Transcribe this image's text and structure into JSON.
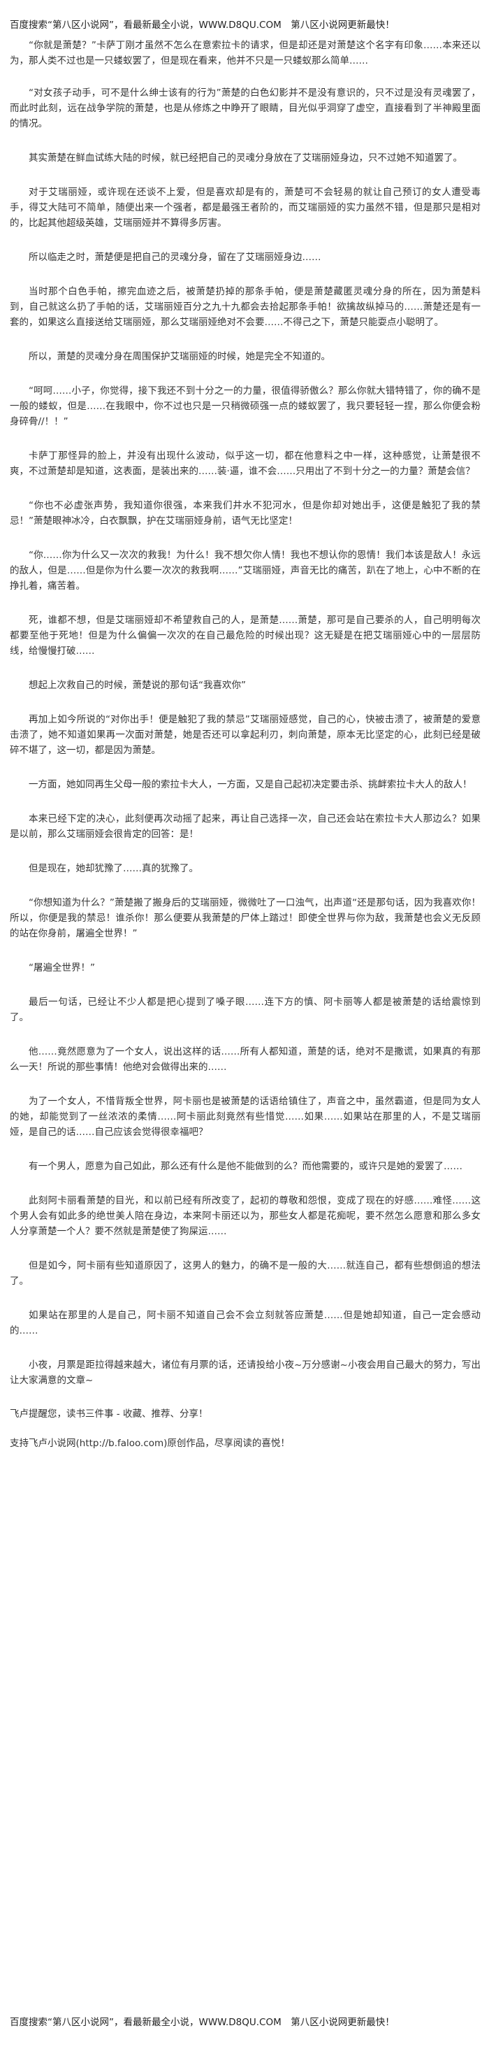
{
  "header": {
    "banner": "百度搜索“第八区小说网”，看最新最全小说，WWW.D8QU.COM　第八区小说网更新最快！"
  },
  "paragraphs": [
    "“你就是萧楚？”卡萨丁刚才虽然不怎么在意索拉卡的请求，但是却还是对萧楚这个名字有印象……本来还以为，那人类不过也是一只蝼蚁罢了，但是现在看来，他并不只是一只蝼蚁那么简单……",
    "“对女孩子动手，可不是什么绅士该有的行为”萧楚的白色幻影并不是没有意识的，只不过是没有灵魂罢了，而此时此刻，远在战争学院的萧楚，也是从修炼之中睁开了眼睛，目光似乎洞穿了虚空，直接看到了半神殿里面的情况。",
    "其实萧楚在鲜血试练大陆的时候，就已经把自己的灵魂分身放在了艾瑞丽娅身边，只不过她不知道罢了。",
    "对于艾瑞丽娅，或许现在还谈不上爱，但是喜欢却是有的，萧楚可不会轻易的就让自己预订的女人遭受毒手，得艾大陆可不简单，随便出来一个强者，都是最强王者阶的，而艾瑞丽娅的实力虽然不错，但是那只是相对的，比起其他超级英雄，艾瑞丽娅并不算得多厉害。",
    "所以临走之时，萧楚便是把自己的灵魂分身，留在了艾瑞丽娅身边……",
    "当时那个白色手帕，擦完血迹之后，被萧楚扔掉的那条手帕，便是萧楚藏匿灵魂分身的所在，因为萧楚料到，自己就这么扔了手帕的话，艾瑞丽娅百分之九十九都会去拾起那条手帕！欲擒故纵掉马的……萧楚还是有一套的，如果这么直接送给艾瑞丽娅，那么艾瑞丽娅绝对不会要……不得己之下，萧楚只能耍点小聪明了。",
    "所以，萧楚的灵魂分身在周围保护艾瑞丽娅的时候，她是完全不知道的。",
    "“呵呵……小子，你觉得，接下我还不到十分之一的力量，很值得骄傲么？那么你就大错特错了，你的确不是一般的蝼蚁，但是……在我眼中，你不过也只是一只稍微硕强一点的蝼蚁罢了，我只要轻轻一捏，那么你便会粉身碎骨//！！”",
    "卡萨丁那怪异的脸上，并没有出现什么波动，似乎这一切，都在他意料之中一样，这种感觉，让萧楚很不爽，不过萧楚却是知道，这表面，是装出来的……装·逼，谁不会……只用出了不到十分之一的力量？萧楚会信？",
    "“你也不必虚张声势，我知道你很强，本来我们井水不犯河水，但是你却对她出手，这便是触犯了我的禁忌！”萧楚眼神冰冷，白衣飘飘，护在艾瑞丽娅身前，语气无比坚定！",
    "“你……你为什么又一次次的救我！为什么！我不想欠你人情！我也不想认你的恩情！我们本该是敌人！永远的敌人，但是……但是你为什么要一次次的救我啊……”艾瑞丽娅，声音无比的痛苦，趴在了地上，心中不断的在挣扎着，痛苦着。",
    "死，谁都不想，但是艾瑞丽娅却不希望救自己的人，是萧楚……萧楚，那可是自己要杀的人，自己明明每次都要至他于死地！但是为什么偏偏一次次的在自己最危险的时候出现？这无疑是在把艾瑞丽娅心中的一层层防线，给慢慢打破……",
    "想起上次救自己的时候，萧楚说的那句话“我喜欢你”",
    "再加上如今所说的“对你出手！便是触犯了我的禁忌”艾瑞丽娅感觉，自己的心，快被击溃了，被萧楚的爱意击溃了，她不知道如果再一次面对萧楚，她是否还可以拿起利刃，刺向萧楚，原本无比坚定的心，此刻已经是破碎不堪了，这一切，都是因为萧楚。",
    "一方面，她如同再生父母一般的索拉卡大人，一方面，又是自己起初决定要击杀、挑衅索拉卡大人的敌人！",
    "本来已经下定的决心，此刻便再次动摇了起来，再让自己选择一次，自己还会站在索拉卡大人那边么？如果是以前，那么艾瑞丽娅会很肯定的回答：是！",
    "但是现在，她却犹豫了……真的犹豫了。",
    "“你想知道为什么？”萧楚搬了搬身后的艾瑞丽娅，微微吐了一口浊气，出声道“还是那句话，因为我喜欢你！所以，你便是我的禁忌！谁杀你！那么便要从我萧楚的尸体上踏过！即使全世界与你为敌，我萧楚也会义无反顾的站在你身前，屠遍全世界！”",
    "“屠遍全世界！”",
    "最后一句话，已经让不少人都是把心提到了嗓子眼……连下方的慎、阿卡丽等人都是被萧楚的话给震惊到了。",
    "他……竟然愿意为了一个女人，说出这样的话……所有人都知道，萧楚的话，绝对不是撒谎，如果真的有那么一天！所说的那些事情！他绝对会做得出来的……",
    "为了一个女人，不惜背叛全世界，阿卡丽也是被萧楚的话语给镇住了，声音之中，虽然霸道，但是同为女人的她，却能觉到了一丝浓浓的柔情……阿卡丽此刻竟然有些惜觉……如果……如果站在那里的人，不是艾瑞丽娅，是自己的话……自己应该会觉得很幸福吧？",
    "有一个男人，愿意为自己如此，那么还有什么是他不能做到的么？而他需要的，或许只是她的爱罢了……",
    "此刻阿卡丽看萧楚的目光，和以前已经有所改变了，起初的尊敬和怨恨，变成了现在的好感……难怪……这个男人会有如此多的绝世美人陪在身边，本来阿卡丽还以为，那些女人都是花痴呢，要不然怎么愿意和那么多女人分享萧楚一个人？要不然就是萧楚使了狗屎运……",
    "但是如今，阿卡丽有些知道原因了，这男人的魅力，的确不是一般的大……就连自己，都有些想倒追的想法了。",
    "如果站在那里的人是自己，阿卡丽不知道自己会不会立刻就答应萧楚……但是她却知道，自己一定会感动的……",
    "小夜，月票是距拉得越来越大，诸位有月票的话，还请投给小夜~万分感谢~小夜会用自己最大的努力，写出让大家满意的文章~"
  ],
  "footer": {
    "reminder": "飞卢提醒您，读书三件事 - 收藏、推荐、分享！",
    "support": "支持飞卢小说网(http://b.faloo.com)原创作品，尽享阅读的喜悦！"
  }
}
